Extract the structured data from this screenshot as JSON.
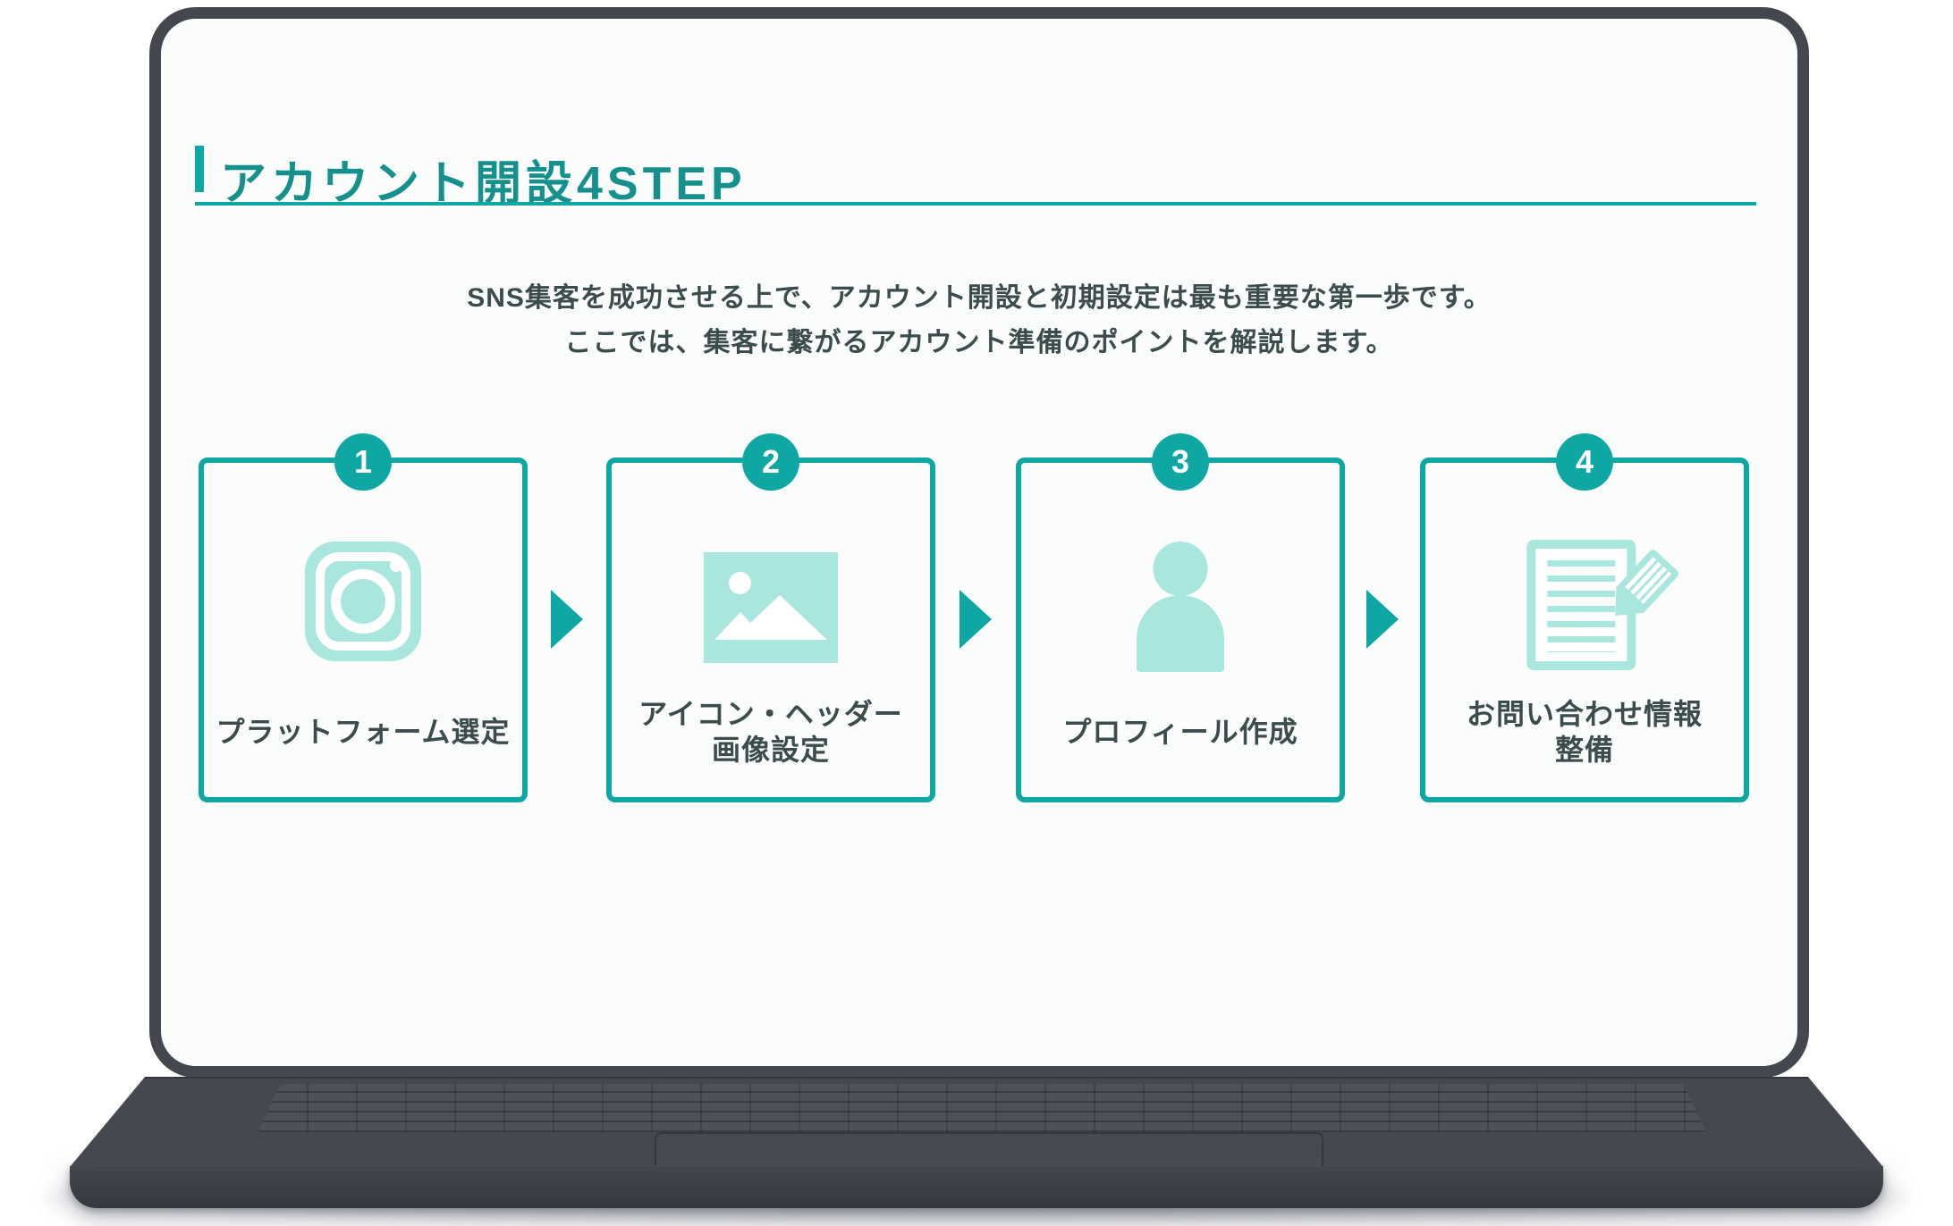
{
  "slide": {
    "title": "アカウント開設4STEP",
    "description_lines": [
      "SNS集客を成功させる上で、アカウント開設と初期設定は最も重要な第一歩です。",
      "ここでは、集客に繋がるアカウント準備のポイントを解説します。"
    ],
    "steps": [
      {
        "number": "1",
        "icon": "instagram-icon",
        "label_lines": [
          "プラットフォーム選定"
        ]
      },
      {
        "number": "2",
        "icon": "image-icon",
        "label_lines": [
          "アイコン・ヘッダー",
          "画像設定"
        ]
      },
      {
        "number": "3",
        "icon": "person-icon",
        "label_lines": [
          "プロフィール作成"
        ]
      },
      {
        "number": "4",
        "icon": "document-pencil-icon",
        "label_lines": [
          "お問い合わせ情報",
          "整備"
        ]
      }
    ],
    "colors": {
      "accent_teal": "#0FA7A3",
      "accent_mint": "#A9E6DE",
      "title_teal": "#15908C",
      "text_dark": "#3C4B4B",
      "laptop_frame": "#44474E",
      "screen_bg": "#FBFDFD"
    }
  }
}
